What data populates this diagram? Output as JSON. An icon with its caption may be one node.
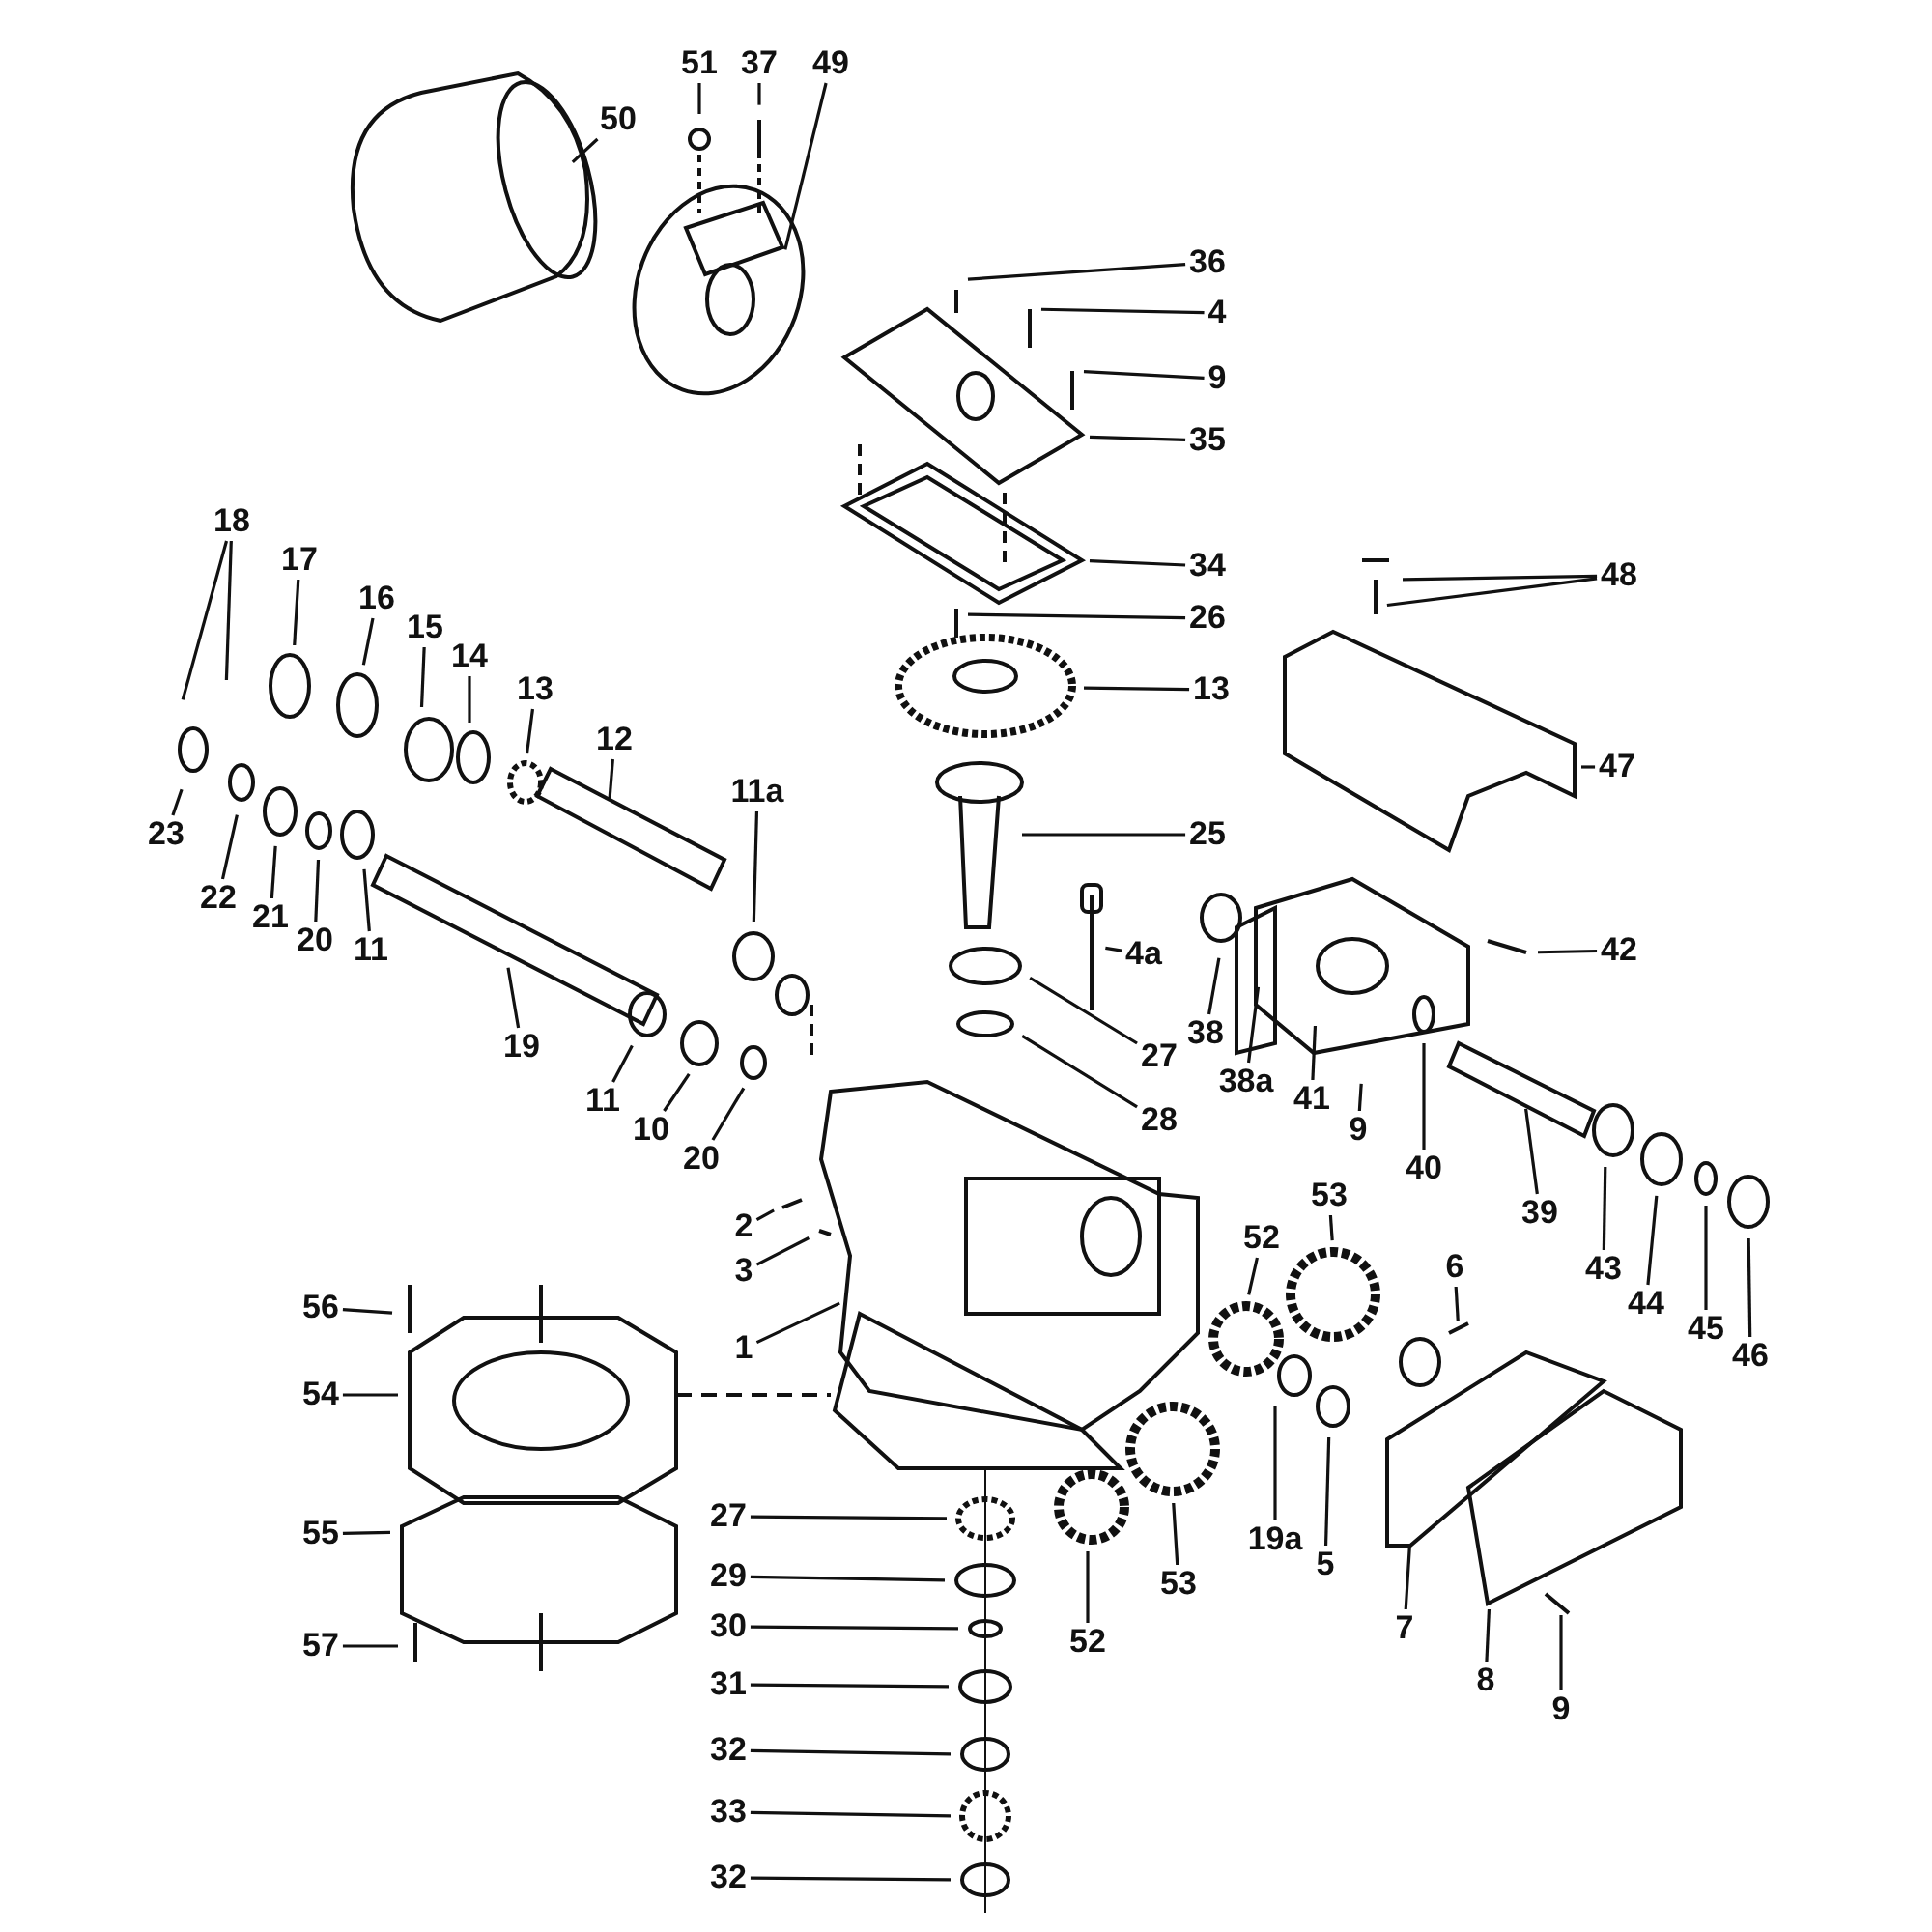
{
  "diagram": {
    "nodes": [
      {
        "text": [
          "50"
        ]
      },
      {
        "text": [
          "51"
        ]
      },
      {
        "text": [
          "37"
        ]
      },
      {
        "text": [
          "49"
        ]
      },
      {
        "text": [
          "36"
        ]
      },
      {
        "text": [
          "4"
        ]
      },
      {
        "text": [
          "9"
        ]
      },
      {
        "text": [
          "35"
        ]
      },
      {
        "text": [
          "34"
        ]
      },
      {
        "text": [
          "26"
        ]
      },
      {
        "text": [
          "13"
        ]
      },
      {
        "text": [
          "25"
        ]
      },
      {
        "text": [
          "4a"
        ]
      },
      {
        "text": [
          "27"
        ]
      },
      {
        "text": [
          "28"
        ]
      },
      {
        "text": [
          "18"
        ]
      },
      {
        "text": [
          "17"
        ]
      },
      {
        "text": [
          "16"
        ]
      },
      {
        "text": [
          "15"
        ]
      },
      {
        "text": [
          "14"
        ]
      },
      {
        "text": [
          "13"
        ]
      },
      {
        "text": [
          "12"
        ]
      },
      {
        "text": [
          "11a"
        ]
      },
      {
        "text": [
          "23"
        ]
      },
      {
        "text": [
          "22"
        ]
      },
      {
        "text": [
          "21"
        ]
      },
      {
        "text": [
          "20"
        ]
      },
      {
        "text": [
          "11"
        ]
      },
      {
        "text": [
          "19"
        ]
      },
      {
        "text": [
          "11"
        ]
      },
      {
        "text": [
          "10"
        ]
      },
      {
        "text": [
          "20"
        ]
      },
      {
        "text": [
          "2"
        ]
      },
      {
        "text": [
          "3"
        ]
      },
      {
        "text": [
          "1"
        ]
      },
      {
        "text": [
          "56"
        ]
      },
      {
        "text": [
          "54"
        ]
      },
      {
        "text": [
          "55"
        ]
      },
      {
        "text": [
          "57"
        ]
      },
      {
        "text": [
          "27"
        ]
      },
      {
        "text": [
          "29"
        ]
      },
      {
        "text": [
          "30"
        ]
      },
      {
        "text": [
          "31"
        ]
      },
      {
        "text": [
          "32"
        ]
      },
      {
        "text": [
          "33"
        ]
      },
      {
        "text": [
          "32"
        ]
      },
      {
        "text": [
          "38"
        ]
      },
      {
        "text": [
          "38a"
        ]
      },
      {
        "text": [
          "41"
        ]
      },
      {
        "text": [
          "9"
        ]
      },
      {
        "text": [
          "40"
        ]
      },
      {
        "text": [
          "39"
        ]
      },
      {
        "text": [
          "42"
        ]
      },
      {
        "text": [
          "47"
        ]
      },
      {
        "text": [
          "48"
        ]
      },
      {
        "text": [
          "43"
        ]
      },
      {
        "text": [
          "44"
        ]
      },
      {
        "text": [
          "45"
        ]
      },
      {
        "text": [
          "46"
        ]
      },
      {
        "text": [
          "53"
        ]
      },
      {
        "text": [
          "52"
        ]
      },
      {
        "text": [
          "6"
        ]
      },
      {
        "text": [
          "19a"
        ]
      },
      {
        "text": [
          "5"
        ]
      },
      {
        "text": [
          "53"
        ]
      },
      {
        "text": [
          "52"
        ]
      },
      {
        "text": [
          "7"
        ]
      },
      {
        "text": [
          "8"
        ]
      },
      {
        "text": [
          "9"
        ]
      }
    ],
    "edges": [
      {
        "from": 0,
        "to": null,
        "arrow": "none"
      },
      {
        "from": 1,
        "to": null,
        "arrow": "none"
      },
      {
        "from": 2,
        "to": null,
        "arrow": "none"
      },
      {
        "from": 3,
        "to": null,
        "arrow": "none"
      },
      {
        "from": 4,
        "to": null,
        "arrow": "none"
      },
      {
        "from": 5,
        "to": null,
        "arrow": "none"
      },
      {
        "from": 6,
        "to": null,
        "arrow": "none"
      },
      {
        "from": 7,
        "to": null,
        "arrow": "none"
      },
      {
        "from": 8,
        "to": null,
        "arrow": "none"
      },
      {
        "from": 9,
        "to": null,
        "arrow": "none"
      },
      {
        "from": 10,
        "to": null,
        "arrow": "none"
      },
      {
        "from": 11,
        "to": null,
        "arrow": "none"
      },
      {
        "from": 12,
        "to": null,
        "arrow": "none"
      },
      {
        "from": 13,
        "to": null,
        "arrow": "none"
      },
      {
        "from": 14,
        "to": null,
        "arrow": "none"
      },
      {
        "from": 15,
        "to": null,
        "arrow": "none"
      },
      {
        "from": 15,
        "to": null,
        "arrow": "none"
      },
      {
        "from": 16,
        "to": null,
        "arrow": "none"
      },
      {
        "from": 17,
        "to": null,
        "arrow": "none"
      },
      {
        "from": 18,
        "to": null,
        "arrow": "none"
      },
      {
        "from": 19,
        "to": null,
        "arrow": "none"
      },
      {
        "from": 20,
        "to": null,
        "arrow": "none"
      },
      {
        "from": 21,
        "to": null,
        "arrow": "none"
      },
      {
        "from": 22,
        "to": null,
        "arrow": "none"
      },
      {
        "from": 23,
        "to": null,
        "arrow": "none"
      },
      {
        "from": 24,
        "to": null,
        "arrow": "none"
      },
      {
        "from": 25,
        "to": null,
        "arrow": "none"
      },
      {
        "from": 26,
        "to": null,
        "arrow": "none"
      },
      {
        "from": 27,
        "to": null,
        "arrow": "none"
      },
      {
        "from": 28,
        "to": null,
        "arrow": "none"
      },
      {
        "from": 29,
        "to": null,
        "arrow": "none"
      },
      {
        "from": 30,
        "to": null,
        "arrow": "none"
      },
      {
        "from": 31,
        "to": null,
        "arrow": "none"
      },
      {
        "from": 32,
        "to": null,
        "arrow": "none"
      },
      {
        "from": 33,
        "to": null,
        "arrow": "none"
      },
      {
        "from": 34,
        "to": null,
        "arrow": "none"
      },
      {
        "from": 35,
        "to": null,
        "arrow": "none"
      },
      {
        "from": 36,
        "to": null,
        "arrow": "none"
      },
      {
        "from": 37,
        "to": null,
        "arrow": "none"
      },
      {
        "from": 38,
        "to": null,
        "arrow": "none"
      },
      {
        "from": 39,
        "to": null,
        "arrow": "none"
      },
      {
        "from": 40,
        "to": null,
        "arrow": "none"
      },
      {
        "from": 41,
        "to": null,
        "arrow": "none"
      },
      {
        "from": 42,
        "to": null,
        "arrow": "none"
      },
      {
        "from": 43,
        "to": null,
        "arrow": "none"
      },
      {
        "from": 44,
        "to": null,
        "arrow": "none"
      },
      {
        "from": 45,
        "to": null,
        "arrow": "none"
      },
      {
        "from": 46,
        "to": null,
        "arrow": "none"
      },
      {
        "from": 47,
        "to": null,
        "arrow": "none"
      },
      {
        "from": 48,
        "to": null,
        "arrow": "none"
      },
      {
        "from": 49,
        "to": null,
        "arrow": "none"
      },
      {
        "from": 50,
        "to": null,
        "arrow": "none"
      },
      {
        "from": 51,
        "to": null,
        "arrow": "none"
      },
      {
        "from": 52,
        "to": null,
        "arrow": "none"
      },
      {
        "from": 53,
        "to": null,
        "arrow": "none"
      },
      {
        "from": 54,
        "to": null,
        "arrow": "none"
      },
      {
        "from": 54,
        "to": null,
        "arrow": "none"
      },
      {
        "from": 55,
        "to": null,
        "arrow": "none"
      },
      {
        "from": 56,
        "to": null,
        "arrow": "none"
      },
      {
        "from": 57,
        "to": null,
        "arrow": "none"
      },
      {
        "from": 58,
        "to": null,
        "arrow": "none"
      },
      {
        "from": 59,
        "to": null,
        "arrow": "none"
      },
      {
        "from": 60,
        "to": null,
        "arrow": "none"
      },
      {
        "from": 61,
        "to": null,
        "arrow": "none"
      },
      {
        "from": 62,
        "to": null,
        "arrow": "none"
      },
      {
        "from": 63,
        "to": null,
        "arrow": "none"
      },
      {
        "from": 64,
        "to": null,
        "arrow": "none"
      },
      {
        "from": 65,
        "to": null,
        "arrow": "none"
      },
      {
        "from": 66,
        "to": null,
        "arrow": "none"
      },
      {
        "from": 67,
        "to": null,
        "arrow": "none"
      },
      {
        "from": 68,
        "to": null,
        "arrow": "none"
      }
    ]
  }
}
